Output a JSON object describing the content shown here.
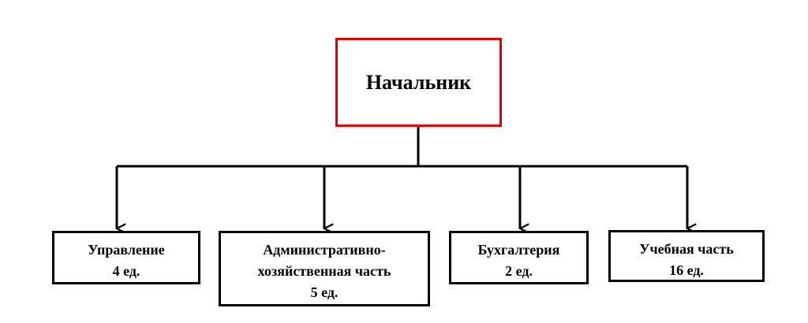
{
  "colors": {
    "head_border": "#e00000",
    "border": "#000000",
    "connector": "#000000"
  },
  "head": {
    "label": "Начальник"
  },
  "departments": [
    {
      "lines": [
        "Управление",
        "4 ед."
      ]
    },
    {
      "lines": [
        "Административно-",
        "хозяйственная часть",
        "5 ед."
      ]
    },
    {
      "lines": [
        "Бухгалтерия",
        "2 ед."
      ]
    },
    {
      "lines": [
        "Учебная часть",
        "16 ед."
      ]
    }
  ]
}
